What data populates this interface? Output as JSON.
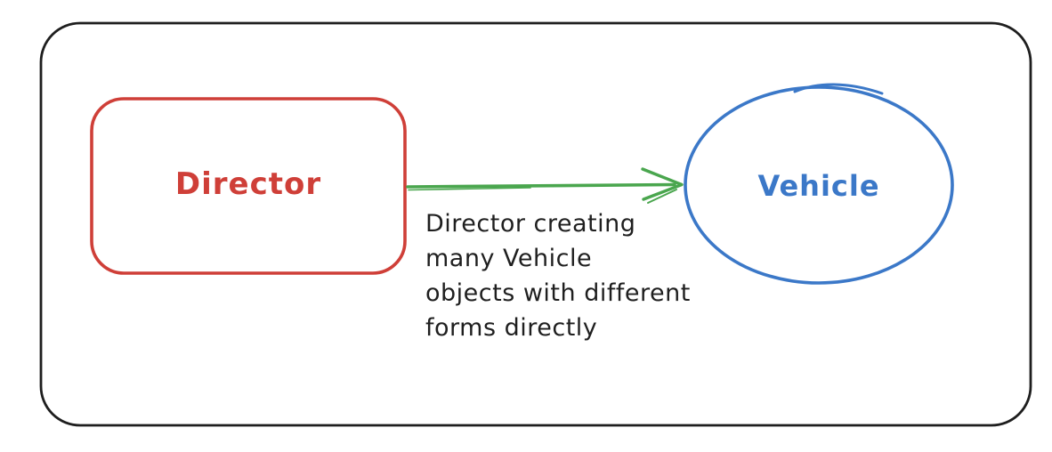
{
  "canvas": {
    "background": "#ffffff",
    "frame_color": "#1e1e1e"
  },
  "nodes": {
    "director": {
      "label": "Director",
      "color": "#cf3f38"
    },
    "vehicle": {
      "label": "Vehicle",
      "color": "#3b78c8"
    }
  },
  "edge": {
    "color": "#4aa64e",
    "annotation": {
      "color": "#1f1f1f",
      "lines": [
        "Director creating",
        "many Vehicle",
        "objects with different",
        "forms directly"
      ]
    }
  }
}
